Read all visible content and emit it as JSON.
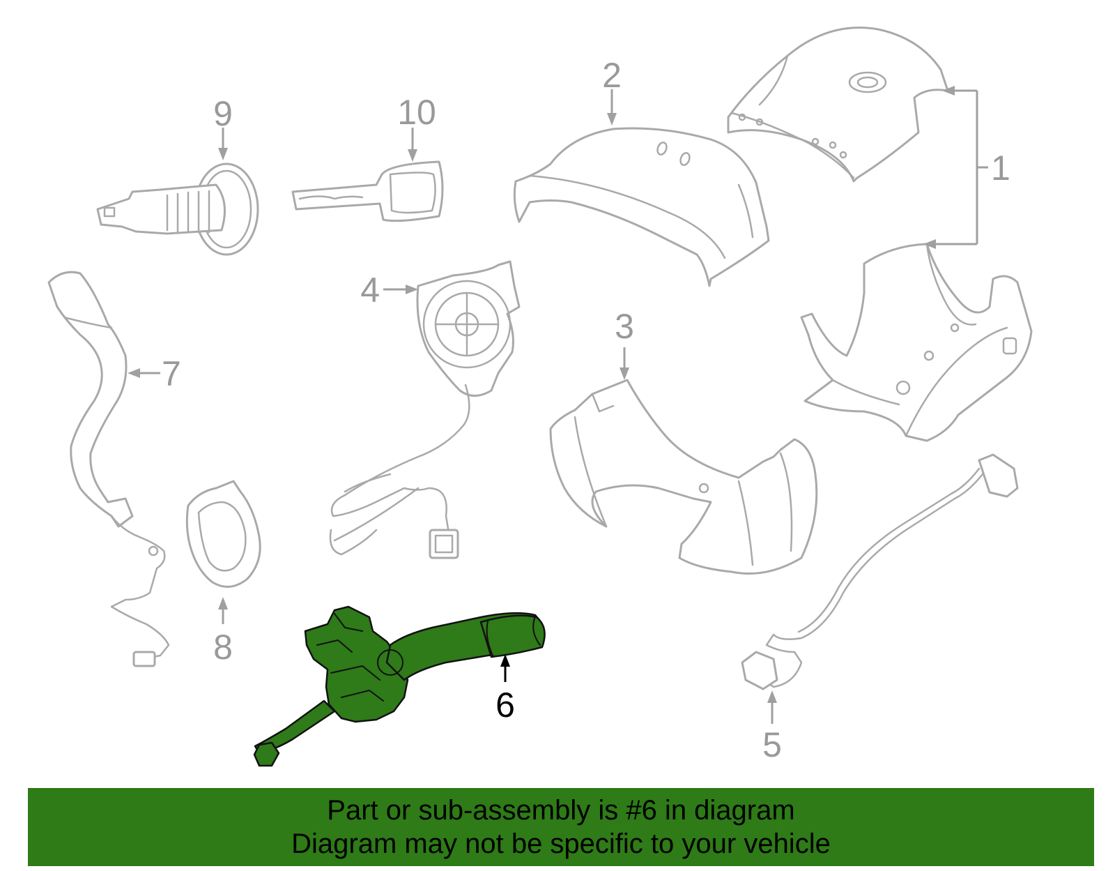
{
  "callouts": {
    "c1": "1",
    "c2": "2",
    "c3": "3",
    "c4": "4",
    "c5": "5",
    "c6": "6",
    "c7": "7",
    "c8": "8",
    "c9": "9",
    "c10": "10"
  },
  "highlighted_part": "6",
  "colors": {
    "highlight_fill": "#2f7a19",
    "banner_background": "#2e7b17",
    "line_gray": "#a9a9a9"
  },
  "banner": {
    "line1": "Part or sub-assembly is #6 in diagram",
    "line2": "Diagram may not be specific to your vehicle"
  }
}
